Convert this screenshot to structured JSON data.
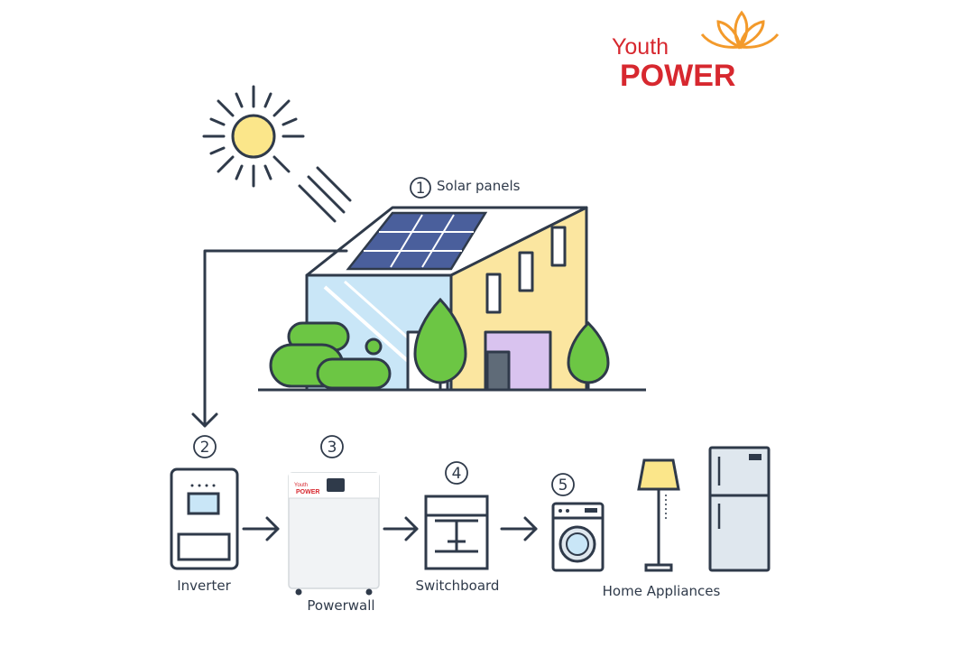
{
  "logo": {
    "line1": "Youth",
    "line2": "POWER",
    "color": "#d7282f",
    "accent": "#f39a2b"
  },
  "steps": [
    {
      "number": "1",
      "label": "Solar panels"
    },
    {
      "number": "2",
      "label": "Inverter"
    },
    {
      "number": "3",
      "label": "Powerwall"
    },
    {
      "number": "4",
      "label": "Switchboard"
    },
    {
      "number": "5",
      "label": "Home Appliances"
    }
  ],
  "powerwall": {
    "brand_line1": "Youth",
    "brand_line2": "POWER"
  },
  "colors": {
    "stroke": "#2f3a4a",
    "sun": "#fbe68a",
    "glass": "#c9e6f7",
    "panel": "#4a5f9c",
    "house_wall": "#fbe6a0",
    "door": "#d9c3ef",
    "tree": "#6cc644",
    "appliance": "#dfe7ee"
  },
  "icons": [
    "sun-icon",
    "house-icon",
    "inverter-icon",
    "powerwall-icon",
    "switchboard-icon",
    "washing-machine-icon",
    "floor-lamp-icon",
    "refrigerator-icon"
  ]
}
